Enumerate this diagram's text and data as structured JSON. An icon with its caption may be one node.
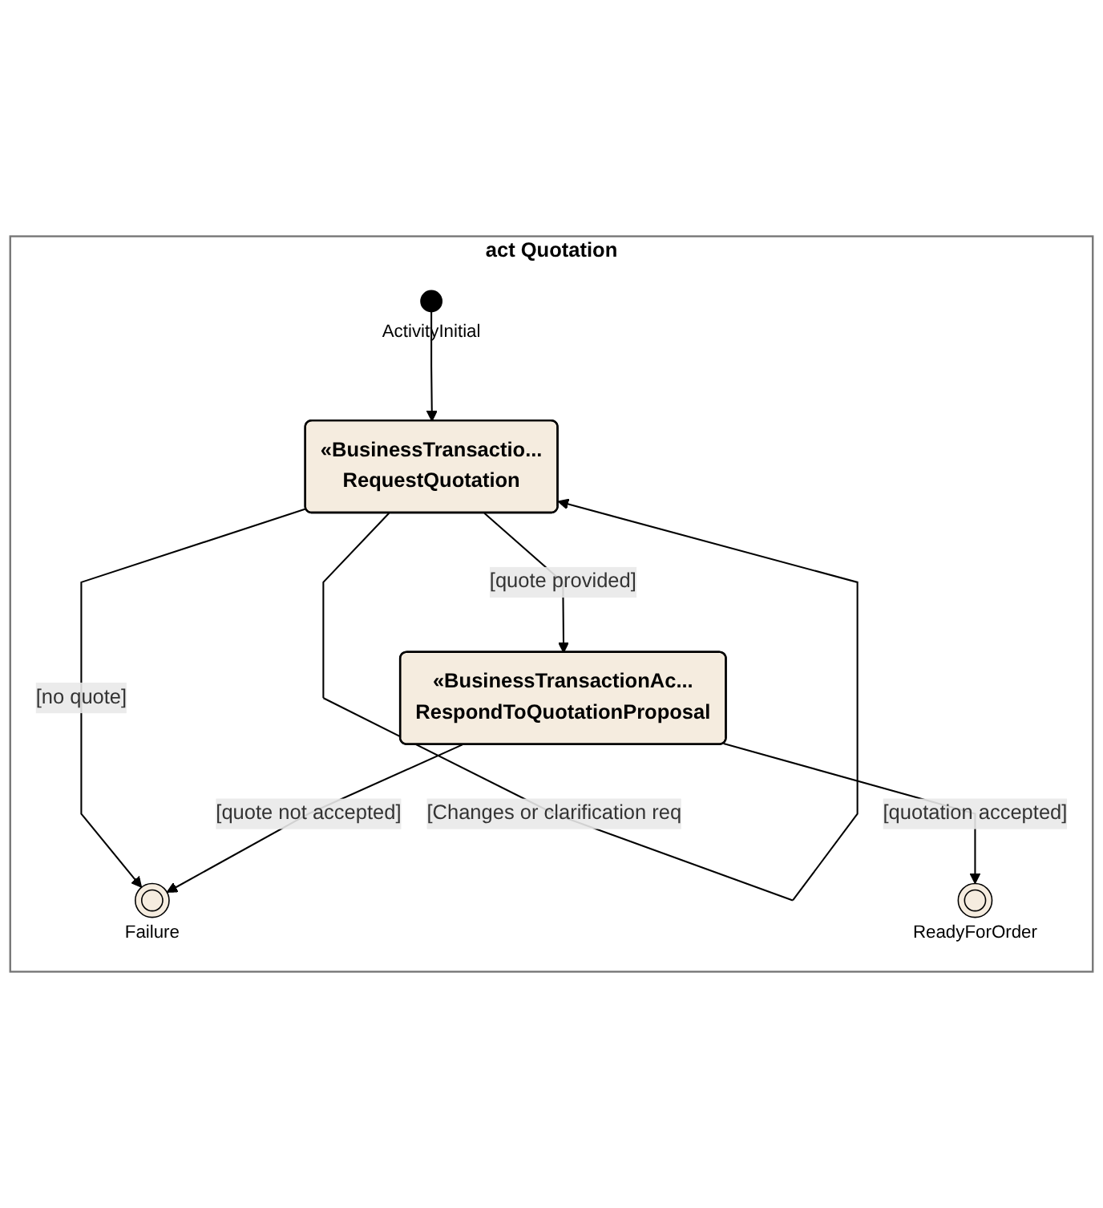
{
  "diagram": {
    "nodes": [
      {
        "text": [
          "act Quotation"
        ]
      },
      {
        "text": [],
        "shape": "circle",
        "beside": [
          "ActivityInitial"
        ],
        "in": 0
      },
      {
        "text": [
          "«BusinessTransactio...",
          "RequestQuotation"
        ],
        "in": 0
      },
      {
        "text": [
          "«BusinessTransactionAc...",
          "RespondToQuotationProposal"
        ],
        "in": 0
      },
      {
        "text": [],
        "shape": "circle",
        "beside": [
          "Failure"
        ],
        "in": 0
      },
      {
        "text": [],
        "shape": "circle",
        "beside": [
          "ReadyForOrder"
        ],
        "in": 0
      }
    ],
    "edges": [
      {
        "from": 1,
        "to": 2,
        "arrow": "to"
      },
      {
        "from": 2,
        "to": 4,
        "arrow": "to",
        "label": "[no quote]"
      },
      {
        "from": 2,
        "to": 2,
        "arrow": "to",
        "label": "[Changes or clarification req"
      },
      {
        "from": 2,
        "to": 3,
        "arrow": "to",
        "label": "[quote provided]"
      },
      {
        "from": 3,
        "to": 4,
        "arrow": "to",
        "label": "[quote not accepted]"
      },
      {
        "from": 3,
        "to": 5,
        "arrow": "to",
        "label": "[quotation accepted]"
      }
    ]
  }
}
